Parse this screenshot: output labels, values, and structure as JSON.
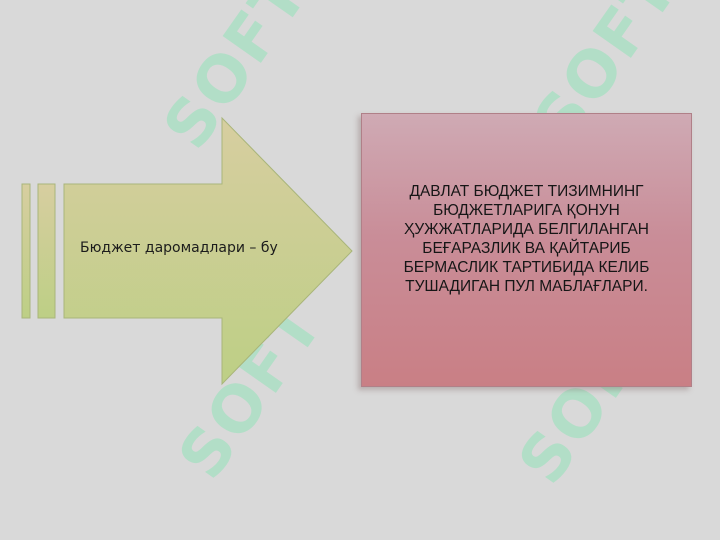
{
  "watermark": {
    "text": "SOFT",
    "color": "#5aeba0"
  },
  "arrow": {
    "label": "Бюджет даромадлари – бу",
    "fill_top": "#d7cea0",
    "fill_bottom": "#bdcf85"
  },
  "definition": {
    "text": "ДАВЛАТ БЮДЖЕТ ТИЗИМНИНГ БЮДЖЕТЛАРИГА ҚОНУН ҲУЖЖАТЛАРИДА БЕЛГИЛАНГАН БЕҒАРАЗЛИК ВА ҚАЙТАРИБ БЕРМАСЛИК ТАРТИБИДА КЕЛИБ ТУШАДИГАН ПУЛ МАБЛАҒЛАРИ.",
    "fill_top": "#cfaab4",
    "fill_bottom": "#c97f85"
  }
}
